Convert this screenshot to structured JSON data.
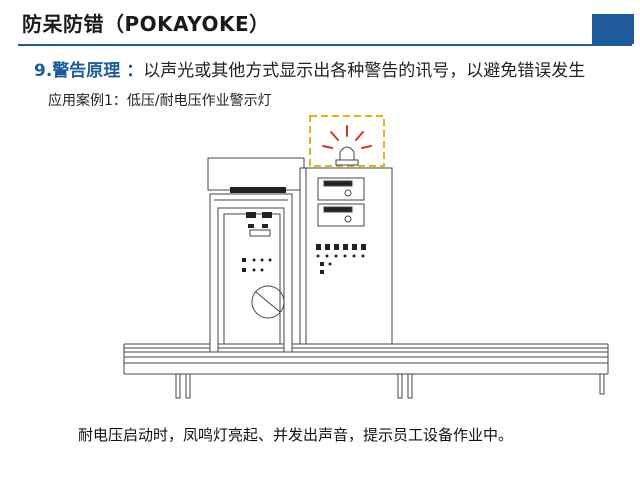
{
  "header": {
    "title": "防呆防错（POKAYOKE）"
  },
  "principle": {
    "number": "9.",
    "heading": "警告原理",
    "separator": " ：",
    "description": "以声光或其他方式显示出各种警告的讯号，以避免错误发生"
  },
  "case": {
    "label": "应用案例1：低压/耐电压作业警示灯"
  },
  "caption": "耐电压启动时，凤鸣灯亮起、并发出声音，提示员工设备作业中。",
  "colors": {
    "accent": "#1f5a9a",
    "alarm_light": "#d9342b",
    "highlight_box": "#e6b412"
  }
}
